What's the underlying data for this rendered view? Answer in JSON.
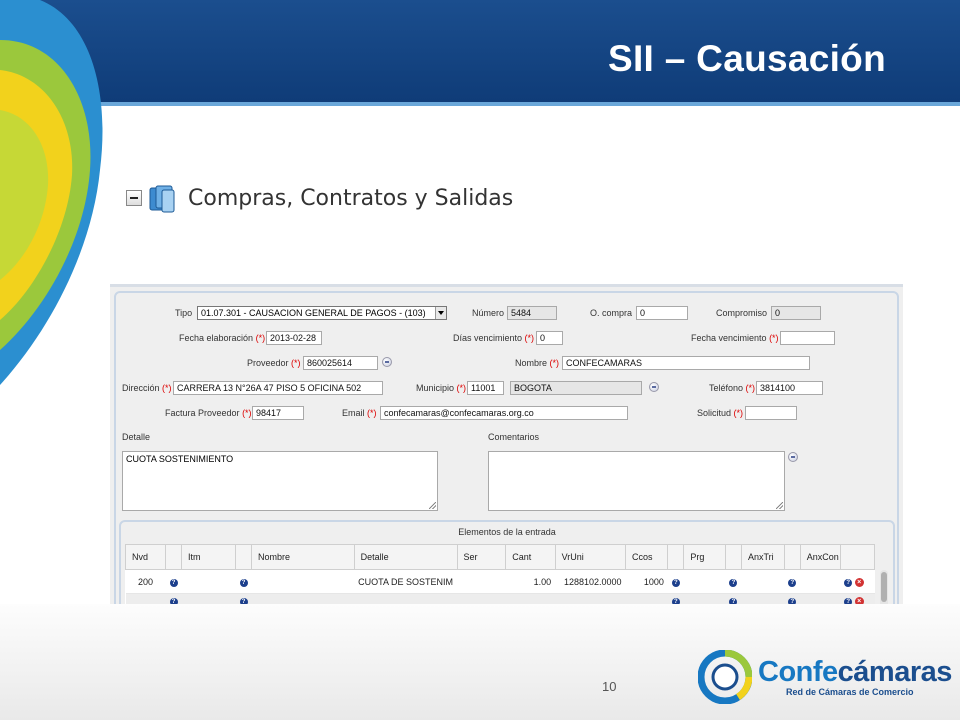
{
  "slide": {
    "title": "SII – Causación",
    "page_number": "10"
  },
  "section": {
    "title": "Compras, Contratos y Salidas"
  },
  "form": {
    "tipo_label": "Tipo",
    "tipo_value": "01.07.301 - CAUSACION GENERAL DE PAGOS - (103)",
    "numero_label": "Número",
    "numero_value": "5484",
    "ocompra_label": "O. compra",
    "ocompra_value": "0",
    "compromiso_label": "Compromiso",
    "compromiso_value": "0",
    "fecha_elab_label": "Fecha elaboración",
    "fecha_elab_value": "2013-02-28",
    "dias_venc_label": "Días vencimiento",
    "dias_venc_value": "0",
    "fecha_venc_label": "Fecha vencimiento",
    "fecha_venc_value": "",
    "proveedor_label": "Proveedor",
    "proveedor_value": "860025614",
    "nombre_label": "Nombre",
    "nombre_value": "CONFECAMARAS",
    "direccion_label": "Dirección",
    "direccion_value": "CARRERA 13 N°26A 47 PISO 5 OFICINA 502",
    "municipio_label": "Municipio",
    "municipio_code": "11001",
    "municipio_name": "BOGOTA",
    "telefono_label": "Teléfono",
    "telefono_value": "3814100",
    "factura_label": "Factura Proveedor",
    "factura_value": "98417",
    "email_label": "Email",
    "email_value": "confecamaras@confecamaras.org.co",
    "solicitud_label": "Solicitud",
    "solicitud_value": "",
    "detalle_label": "Detalle",
    "detalle_value": "CUOTA SOSTENIMIENTO",
    "comentarios_label": "Comentarios",
    "comentarios_value": "",
    "required_mark": "(*)"
  },
  "grid": {
    "caption": "Elementos de la entrada",
    "headers": [
      "Nvd",
      "",
      "Itm",
      "",
      "Nombre",
      "Detalle",
      "Ser",
      "Cant",
      "VrUni",
      "Ccos",
      "",
      "Prg",
      "",
      "AnxTri",
      "",
      "AnxCon",
      ""
    ],
    "rows": [
      {
        "nvd": "200",
        "detalle": "CUOTA DE SOSTENIM",
        "cant": "1.00",
        "vruni": "1288102.0000",
        "ccos": "1000"
      },
      {
        "nvd": "",
        "detalle": "",
        "cant": "",
        "vruni": "",
        "ccos": ""
      }
    ]
  },
  "logo": {
    "name_part1": "Confe",
    "name_part2": "cámaras",
    "tagline": "Red de Cámaras de Comercio"
  },
  "colors": {
    "header_blue": "#0f3c78",
    "required_red": "#d00000",
    "logo_light_blue": "#1778c2"
  }
}
